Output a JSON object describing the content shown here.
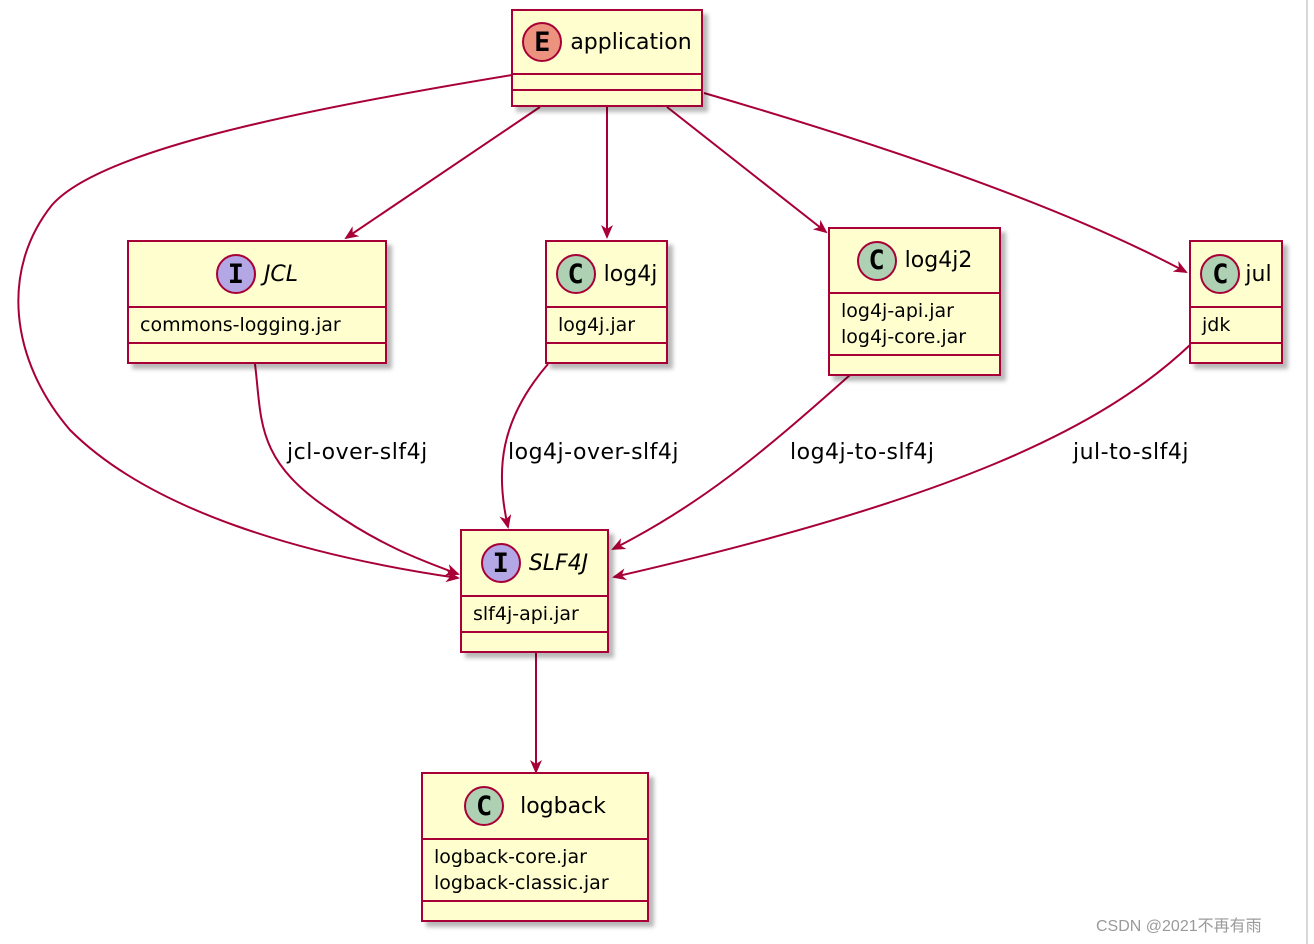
{
  "nodes": {
    "application": {
      "stereotype": "E",
      "title": "application",
      "fields": []
    },
    "jcl": {
      "stereotype": "I",
      "title": "JCL",
      "fields": [
        "commons-logging.jar"
      ]
    },
    "log4j": {
      "stereotype": "C",
      "title": "log4j",
      "fields": [
        "log4j.jar"
      ]
    },
    "log4j2": {
      "stereotype": "C",
      "title": "log4j2",
      "fields": [
        "log4j-api.jar",
        "log4j-core.jar"
      ]
    },
    "jul": {
      "stereotype": "C",
      "title": "jul",
      "fields": [
        "jdk"
      ]
    },
    "slf4j": {
      "stereotype": "I",
      "title": "SLF4J",
      "fields": [
        "slf4j-api.jar"
      ]
    },
    "logback": {
      "stereotype": "C",
      "title": "logback",
      "fields": [
        "logback-core.jar",
        "logback-classic.jar"
      ]
    }
  },
  "edges": [
    {
      "from": "application",
      "to": "jcl",
      "label": ""
    },
    {
      "from": "application",
      "to": "log4j",
      "label": ""
    },
    {
      "from": "application",
      "to": "log4j2",
      "label": ""
    },
    {
      "from": "application",
      "to": "jul",
      "label": ""
    },
    {
      "from": "application",
      "to": "slf4j",
      "label": ""
    },
    {
      "from": "jcl",
      "to": "slf4j",
      "label": "jcl-over-slf4j"
    },
    {
      "from": "log4j",
      "to": "slf4j",
      "label": "log4j-over-slf4j"
    },
    {
      "from": "log4j2",
      "to": "slf4j",
      "label": "log4j-to-slf4j"
    },
    {
      "from": "jul",
      "to": "slf4j",
      "label": "jul-to-slf4j"
    },
    {
      "from": "slf4j",
      "to": "logback",
      "label": ""
    }
  ],
  "colors": {
    "node_fill": "#fefece",
    "border": "#a80036",
    "badge_entity": "#eb937f",
    "badge_interface": "#b4a7e5",
    "badge_class": "#add1b2"
  },
  "watermark": "CSDN @2021不再有雨"
}
